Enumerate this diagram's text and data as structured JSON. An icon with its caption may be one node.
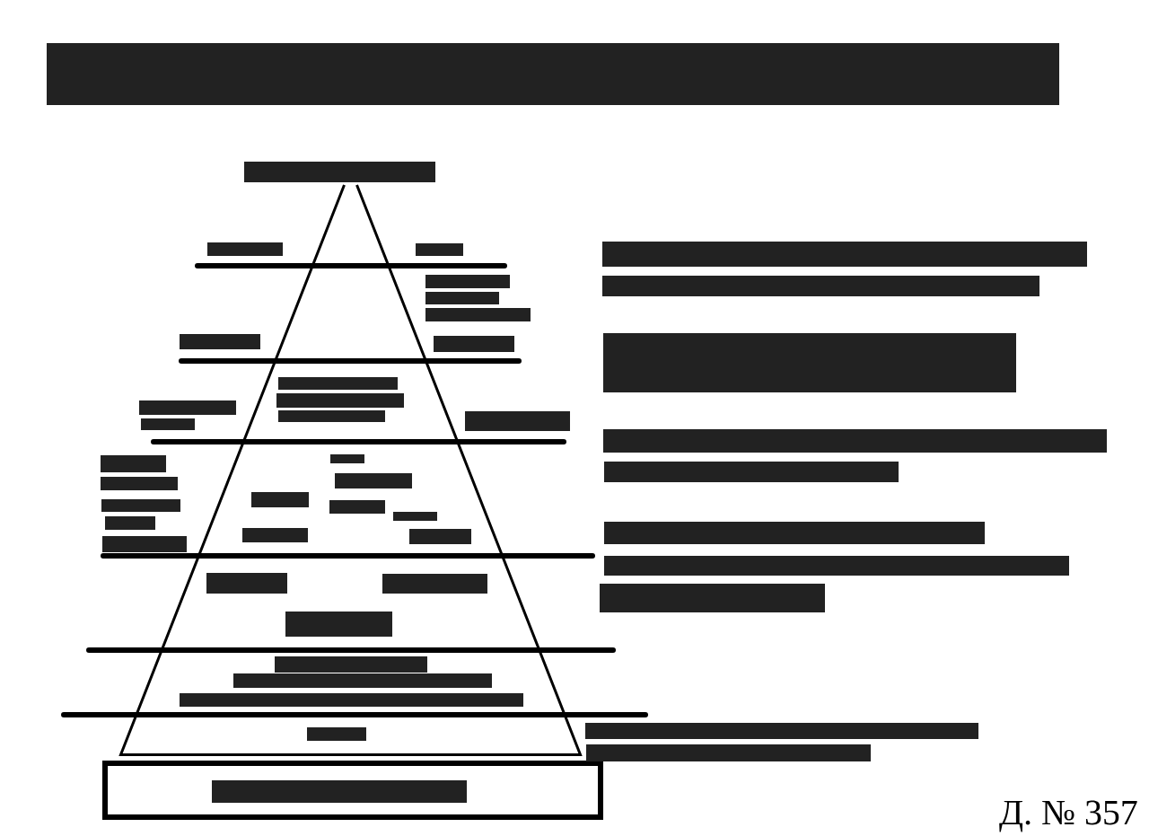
{
  "diagram": {
    "nodes": [
      {
        "text": [],
        "shape": "triangle"
      },
      {
        "text": [],
        "shape": "box"
      }
    ],
    "labels": [
      "Д. № 357"
    ]
  }
}
